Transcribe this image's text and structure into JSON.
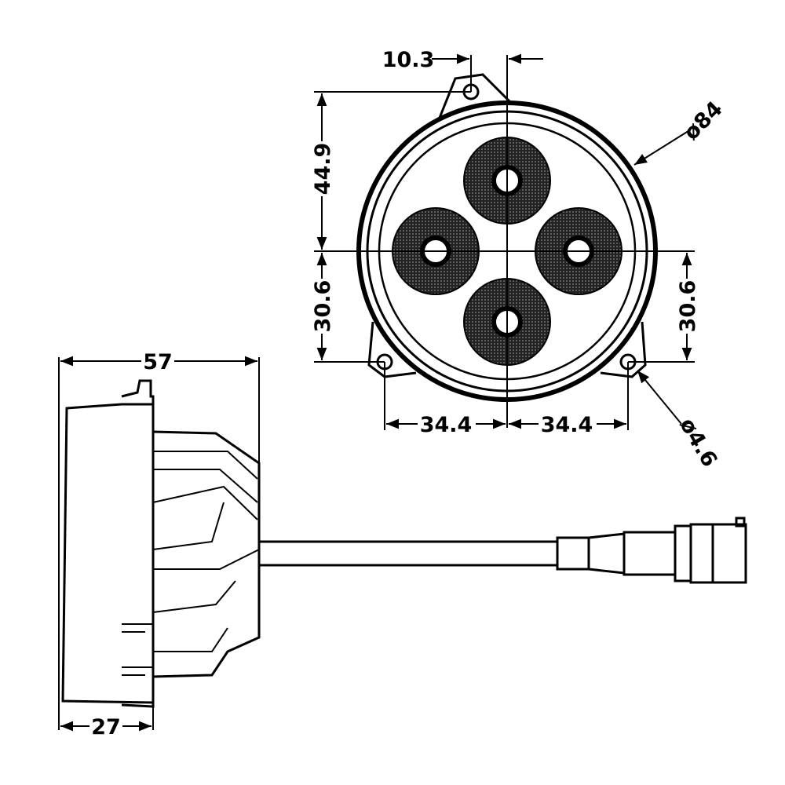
{
  "front_view": {
    "dim_offset": "10.3",
    "dim_top_height": "44.9",
    "dim_left_bottom": "30.6",
    "dim_right_bottom": "30.6",
    "dim_left_width": "34.4",
    "dim_right_width": "34.4",
    "dim_diameter": "ø84",
    "dim_hole_diameter": "ø4.6"
  },
  "side_view": {
    "dim_total_depth": "57",
    "dim_front_depth": "27"
  },
  "colors": {
    "line": "#000000",
    "background": "#ffffff"
  }
}
